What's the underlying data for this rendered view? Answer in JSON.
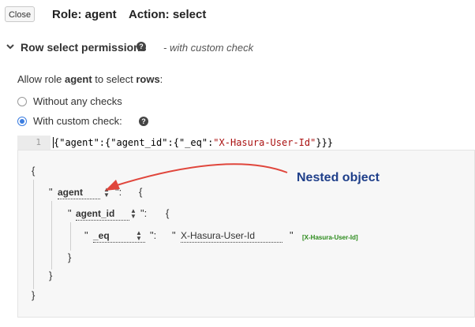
{
  "header": {
    "close_label": "Close",
    "role_label": "Role: agent",
    "action_label": "Action: select"
  },
  "section": {
    "title": "Row select permissions",
    "subtitle": "- with custom check",
    "allow_prefix": "Allow role",
    "allow_role": "agent",
    "allow_middle": "to select",
    "allow_object": "rows",
    "allow_suffix": ":"
  },
  "options": [
    {
      "label": "Without any checks",
      "selected": false
    },
    {
      "label": "With custom check:",
      "selected": true
    }
  ],
  "editor": {
    "line_number": "1",
    "code_prefix": "{\"agent\":{\"agent_id\":{\"_eq\":",
    "code_string": "\"X-Hasura-User-Id\"",
    "code_suffix": "}}}"
  },
  "builder": {
    "open_brace": "{",
    "close_brace": "}",
    "quote": "\"",
    "colon": "\":",
    "level1_key": "agent",
    "level2_key": "agent_id",
    "level3_key": "_eq",
    "value": "X-Hasura-User-Id",
    "value_tag": "[X-Hasura-User-Id]"
  },
  "annotation": {
    "text": "Nested object",
    "color": "#1f3f8a",
    "arrow_color": "#e0463c"
  }
}
